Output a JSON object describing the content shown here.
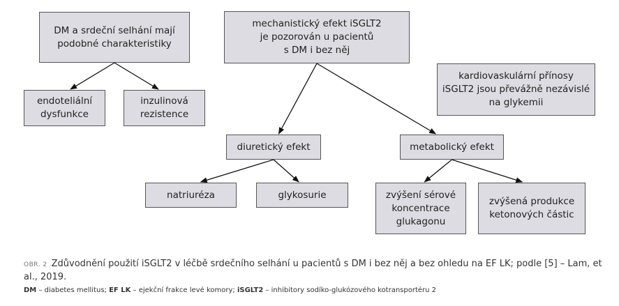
{
  "diagram": {
    "nodes": {
      "dm_hf": "DM a srdeční selhání mají\npodobné charakteristiky",
      "endothelial": "endoteliální\ndysfunkce",
      "insulin": "inzulinová\nrezistence",
      "mechanistic": "mechanistický efekt iSGLT2\nje pozorován u pacientů\ns DM i bez něj",
      "cardiovascular": "kardiovaskulární přínosy\niSGLT2 jsou převážně nezávislé\nna glykemii",
      "diuretic": "diuretický efekt",
      "metabolic": "metabolický efekt",
      "natriuresis": "natriuréza",
      "glycosuria": "glykosurie",
      "glucagon": "zvýšení sérové\nkoncentrace\nglukagonu",
      "ketone": "zvýšená produkce\nketonových částic"
    },
    "edges": [
      [
        "dm_hf",
        "endothelial"
      ],
      [
        "dm_hf",
        "insulin"
      ],
      [
        "mechanistic",
        "diuretic"
      ],
      [
        "mechanistic",
        "metabolic"
      ],
      [
        "diuretic",
        "natriuresis"
      ],
      [
        "diuretic",
        "glycosuria"
      ],
      [
        "metabolic",
        "glucagon"
      ],
      [
        "metabolic",
        "ketone"
      ]
    ],
    "colors": {
      "box_fill": "#dcdce2",
      "box_border": "#555555",
      "arrow": "#111111"
    }
  },
  "caption": {
    "label": "OBR. 2",
    "text": "Zdůvodnění použití iSGLT2 v léčbě srdečního selhání u pacientů s DM i bez něj a bez ohledu na EF LK; podle [5] – Lam, et al., 2019.",
    "abbreviations": [
      {
        "abbr": "DM",
        "text": " – diabetes mellitus; "
      },
      {
        "abbr": "EF LK",
        "text": " – ejekční frakce levé komory; "
      },
      {
        "abbr": "iSGLT2",
        "text": " – inhibitory sodíko-glukózového kotransportéru 2"
      }
    ]
  }
}
